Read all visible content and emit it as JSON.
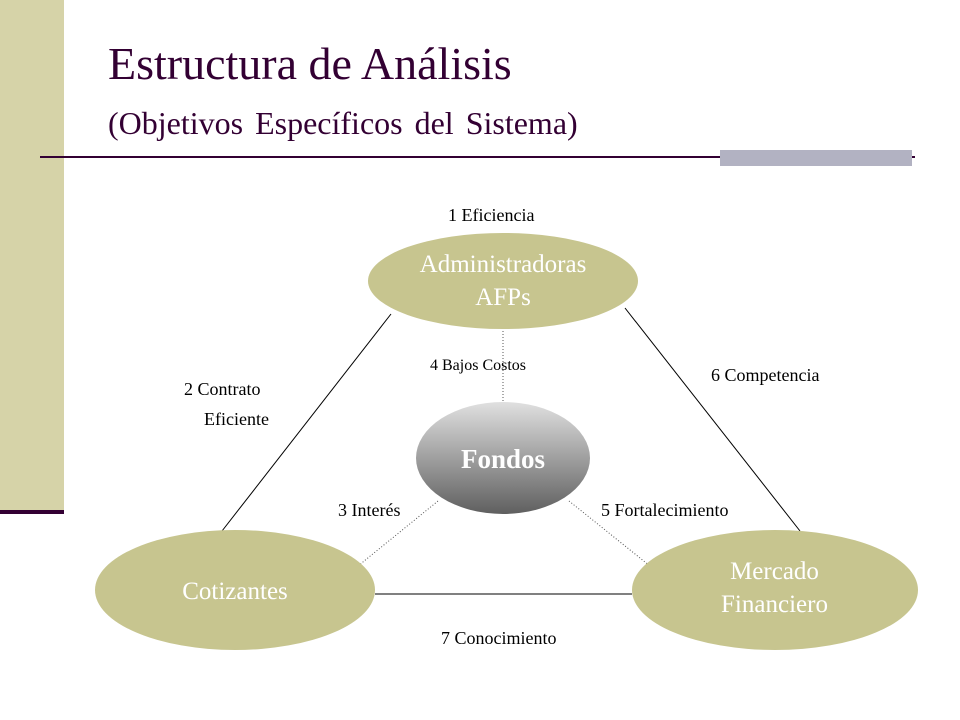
{
  "slide": {
    "title": "Estructura de Análisis",
    "subtitle": "(Objetivos Específicos del Sistema)"
  },
  "colors": {
    "title": "#330033",
    "side_bar": "#d6d3a8",
    "rule": "#330033",
    "accent_bar": "#b2b2c2",
    "node_fill": "#c7c58f",
    "center_gradient_light": "#e0e0e0",
    "center_gradient_dark": "#5f5f5f",
    "node_text": "#ffffff"
  },
  "diagram": {
    "nodes": {
      "administradoras": {
        "line1": "Administradoras",
        "line2": "AFPs"
      },
      "fondos": {
        "label": "Fondos"
      },
      "cotizantes": {
        "label": "Cotizantes"
      },
      "mercado": {
        "line1": "Mercado",
        "line2": "Financiero"
      }
    },
    "labels": {
      "eficiencia": "1 Eficiencia",
      "contrato_line1": "2 Contrato",
      "contrato_line2": "Eficiente",
      "interes": "3 Interés",
      "bajos_costos": "4 Bajos Costos",
      "fortalecimiento": "5 Fortalecimiento",
      "competencia": "6 Competencia",
      "conocimiento": "7 Conocimiento"
    }
  }
}
